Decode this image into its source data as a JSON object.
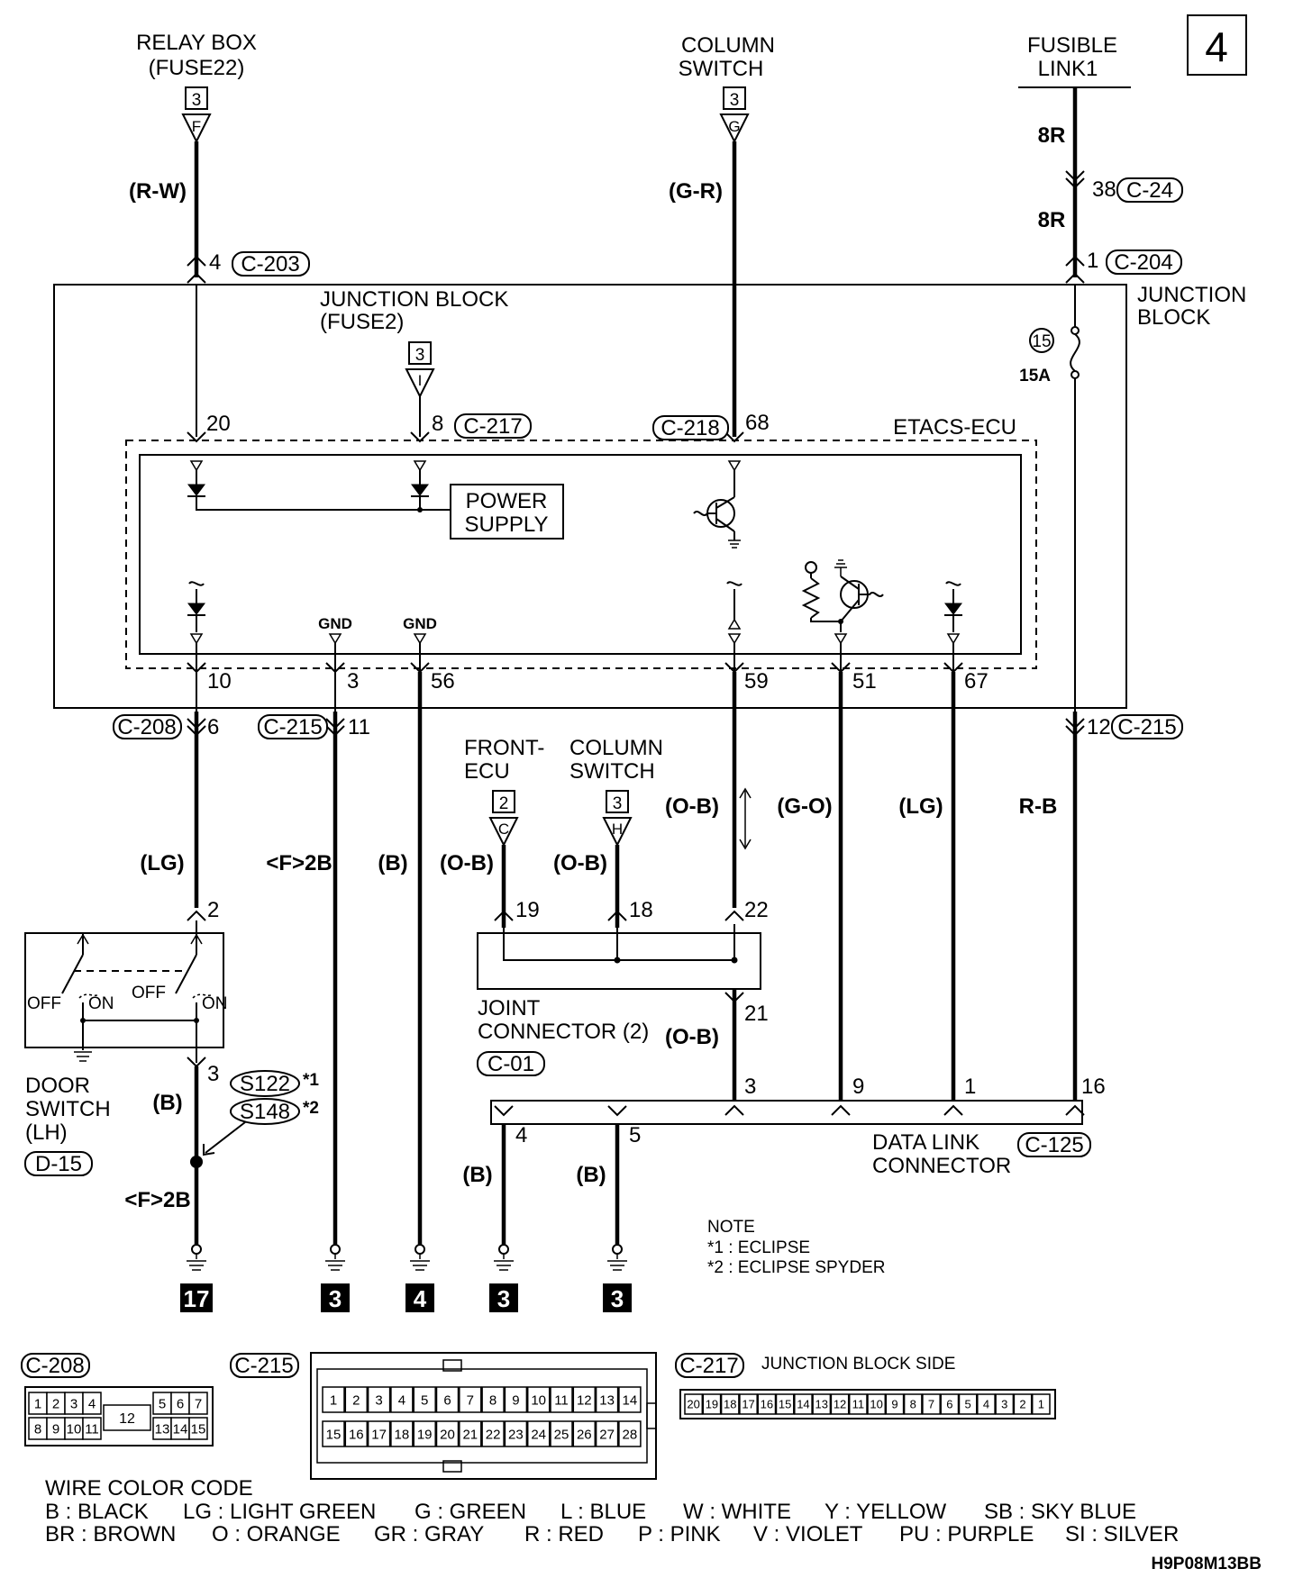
{
  "page_number": "4",
  "diagram_code": "H9P08M13BB",
  "sources": {
    "relay_box": {
      "line1": "RELAY BOX",
      "line2": "(FUSE22)",
      "box": "3",
      "letter": "F",
      "wire": "(R-W)",
      "pin": "4",
      "connector": "C-203"
    },
    "column_switch_top": {
      "line1": "COLUMN",
      "line2": "SWITCH",
      "box": "3",
      "letter": "G",
      "wire": "(G-R)"
    },
    "fusible_link": {
      "line1": "FUSIBLE",
      "line2": "LINK1",
      "wire_a": "8R",
      "pin_a": "38",
      "connector_a": "C-24",
      "wire_b": "8R",
      "pin_b": "1",
      "connector_b": "C-204"
    }
  },
  "junction_block": {
    "label1": "JUNCTION",
    "label2": "BLOCK",
    "fuse_line1": "JUNCTION BLOCK",
    "fuse_line2": "(FUSE2)",
    "fuse_box": "3",
    "fuse_letter": "I",
    "fuse_no": "15",
    "fuse_amp": "15A",
    "out_pin": "12",
    "out_connector": "C-215",
    "out_wire": "R-B"
  },
  "etacs": {
    "label": "ETACS-ECU",
    "power_supply_1": "POWER",
    "power_supply_2": "SUPPLY",
    "gnd1": "GND",
    "gnd2": "GND",
    "pin_20": "20",
    "pin_8": "8",
    "conn_217": "C-217",
    "conn_218": "C-218",
    "pin_68": "68",
    "pin_10": "10",
    "pin_3": "3",
    "pin_56": "56",
    "pin_59": "59",
    "pin_51": "51",
    "pin_67": "67"
  },
  "lower_wires": {
    "c208": "C-208",
    "pin_6": "6",
    "c215": "C-215",
    "pin_11": "11",
    "lg": "(LG)",
    "f2b": "<F>2B",
    "b": "(B)",
    "ob": "(O-B)",
    "go": "(G-O)"
  },
  "front_ecu": {
    "line1": "FRONT-",
    "line2": "ECU",
    "box": "2",
    "letter": "C",
    "wire": "(O-B)",
    "pin": "19"
  },
  "column_switch_mid": {
    "line1": "COLUMN",
    "line2": "SWITCH",
    "box": "3",
    "letter": "H",
    "wire": "(O-B)",
    "pin": "18"
  },
  "joint_connector": {
    "line1": "JOINT",
    "line2": "CONNECTOR (2)",
    "connector": "C-01",
    "pin_in": "22",
    "pin_out": "21",
    "wire": "(O-B)"
  },
  "door_switch": {
    "line1": "DOOR",
    "line2": "SWITCH",
    "line3": "(LH)",
    "connector": "D-15",
    "pin_top": "2",
    "pin_bot": "3",
    "off": "OFF",
    "on": "ON",
    "wire": "(B)",
    "splice1": "S122",
    "splice2": "S148",
    "mark1": "*1",
    "mark2": "*2",
    "wire_below": "<F>2B"
  },
  "dlc": {
    "line1": "DATA LINK",
    "line2": "CONNECTOR",
    "connector": "C-125",
    "pin_3": "3",
    "pin_9": "9",
    "pin_1": "1",
    "pin_16": "16",
    "pin_4": "4",
    "pin_5": "5",
    "wire_4": "(B)",
    "wire_5": "(B)"
  },
  "grounds": [
    "17",
    "3",
    "4",
    "3",
    "3"
  ],
  "note": {
    "title": "NOTE",
    "line1": "*1 : ECLIPSE",
    "line2": "*2 : ECLIPSE SPYDER"
  },
  "connectors": {
    "c208": {
      "name": "C-208",
      "top": [
        "1",
        "2",
        "3",
        "4",
        "",
        "5",
        "6",
        "7"
      ],
      "bottom": [
        "8",
        "9",
        "10",
        "11",
        "",
        "13",
        "14",
        "15"
      ],
      "mid": "12"
    },
    "c215": {
      "name": "C-215",
      "top": [
        "1",
        "2",
        "3",
        "4",
        "5",
        "6",
        "7",
        "8",
        "9",
        "10",
        "11",
        "12",
        "13",
        "14"
      ],
      "bottom": [
        "15",
        "16",
        "17",
        "18",
        "19",
        "20",
        "21",
        "22",
        "23",
        "24",
        "25",
        "26",
        "27",
        "28"
      ]
    },
    "c217": {
      "name": "C-217",
      "side": "JUNCTION BLOCK SIDE",
      "pins": [
        "20",
        "19",
        "18",
        "17",
        "16",
        "15",
        "14",
        "13",
        "12",
        "11",
        "10",
        "9",
        "8",
        "7",
        "6",
        "5",
        "4",
        "3",
        "2",
        "1"
      ]
    }
  },
  "wire_color_code": {
    "title": "WIRE COLOR CODE",
    "row1": [
      "B : BLACK",
      "LG : LIGHT GREEN",
      "G : GREEN",
      "L : BLUE",
      "W : WHITE",
      "Y : YELLOW",
      "SB : SKY BLUE"
    ],
    "row2": [
      "BR : BROWN",
      "O : ORANGE",
      "GR : GRAY",
      "R : RED",
      "P : PINK",
      "V : VIOLET",
      "PU : PURPLE",
      "SI : SILVER"
    ]
  }
}
